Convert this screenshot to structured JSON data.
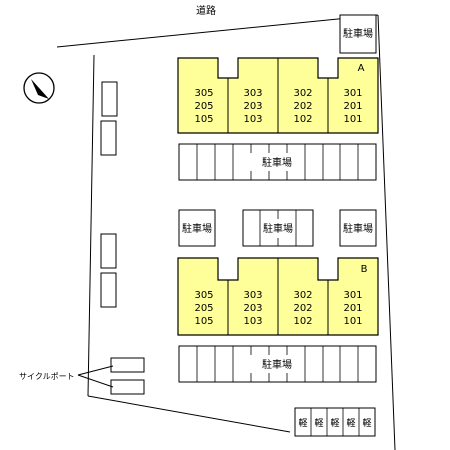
{
  "road_label": "道路",
  "parking_label": "駐車場",
  "light_vehicle_label": "軽",
  "bicycle_port_label": "サイクルポート",
  "building_fill": "#ffff99",
  "buildings": [
    {
      "letter": "A",
      "units": [
        [
          "305",
          "205",
          "105"
        ],
        [
          "303",
          "203",
          "103"
        ],
        [
          "302",
          "202",
          "102"
        ],
        [
          "301",
          "201",
          "101"
        ]
      ]
    },
    {
      "letter": "B",
      "units": [
        [
          "305",
          "205",
          "105"
        ],
        [
          "303",
          "203",
          "103"
        ],
        [
          "302",
          "202",
          "102"
        ],
        [
          "301",
          "201",
          "101"
        ]
      ]
    }
  ]
}
